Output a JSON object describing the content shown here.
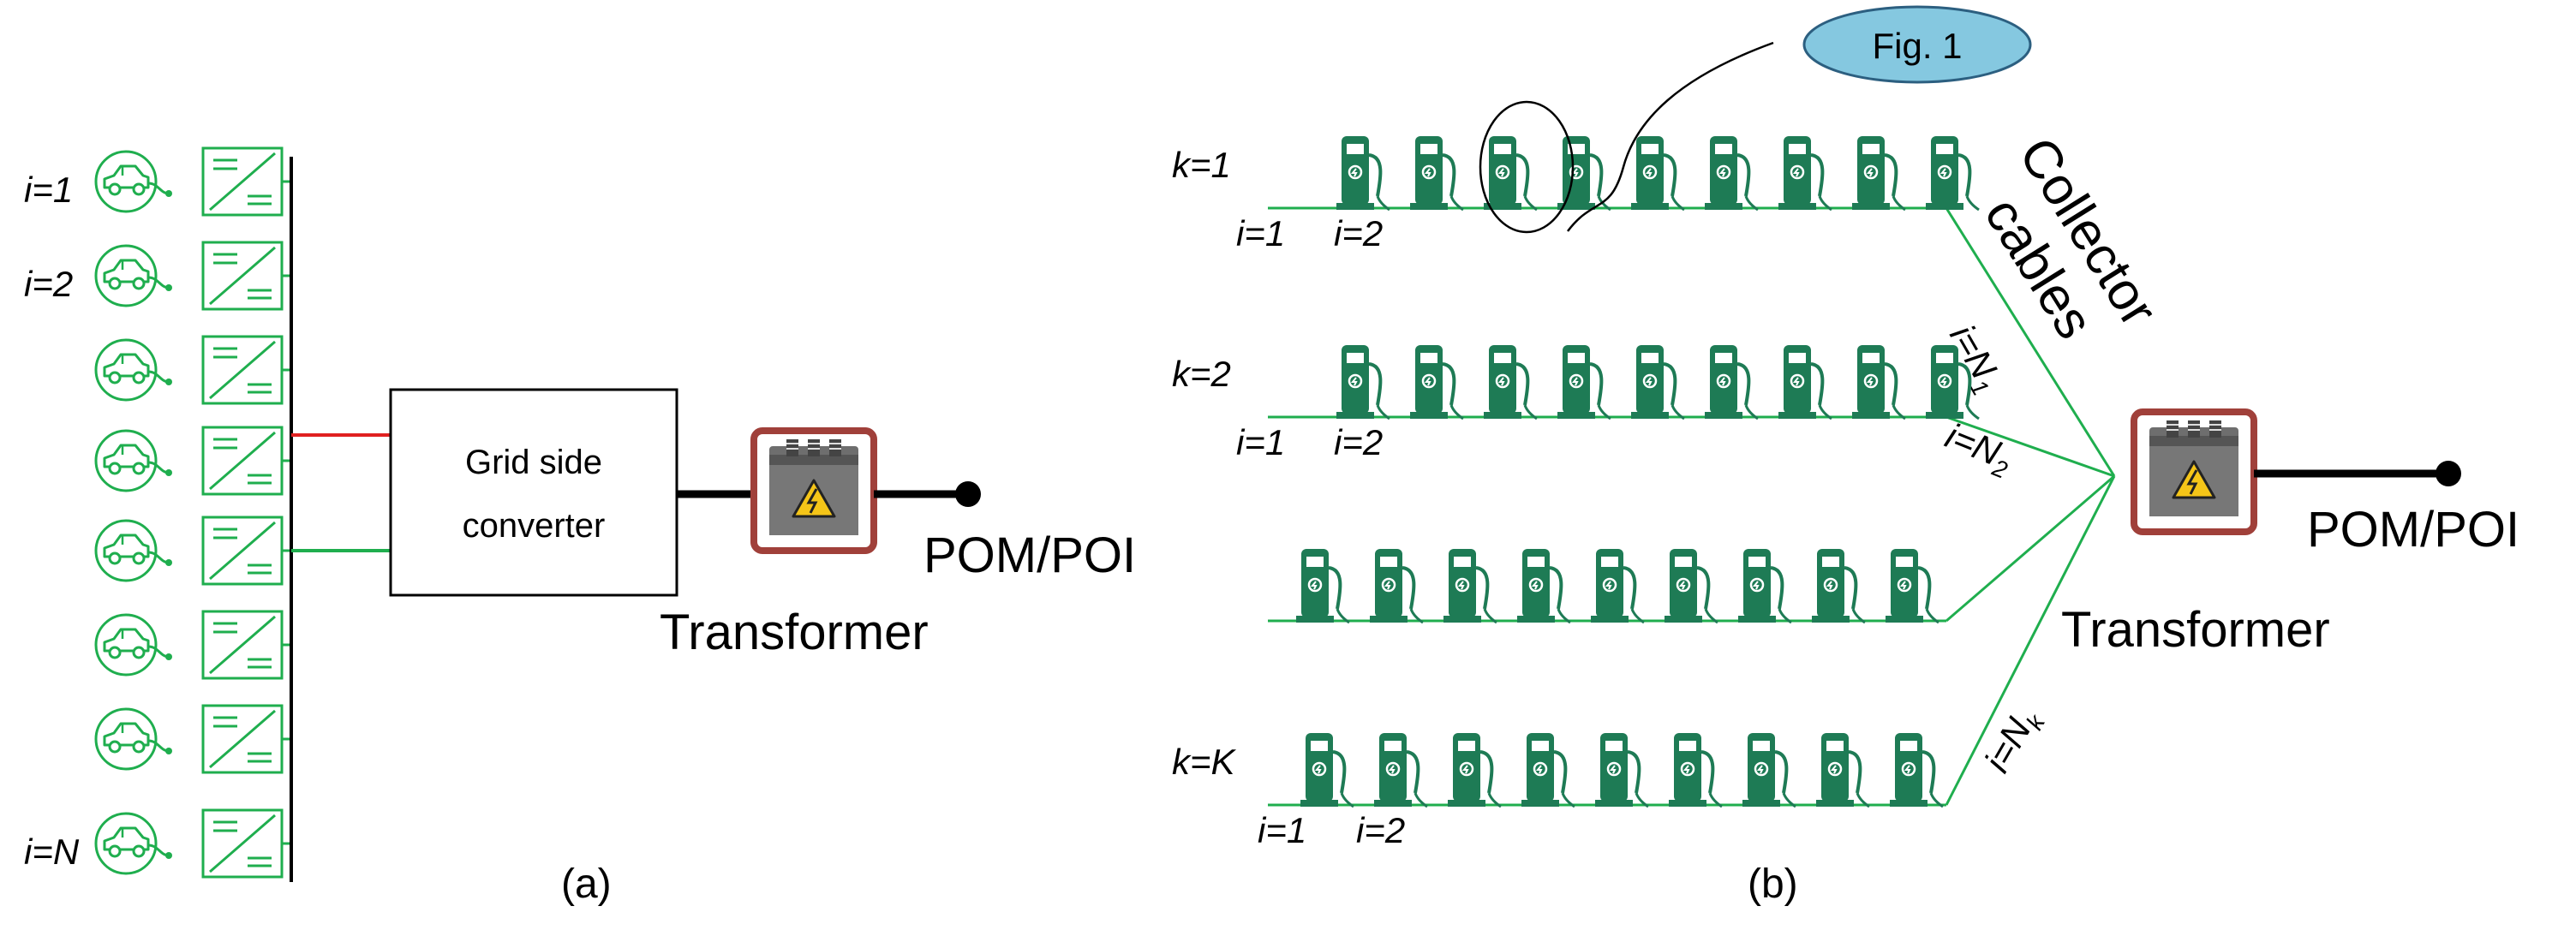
{
  "colors": {
    "green": "#1fae4e",
    "dark_green": "#1e7b55",
    "red": "#e02020",
    "transformer_border": "#a0403a",
    "transformer_body": "#777777",
    "warning": "#f5c518",
    "bubble_fill": "#85c8e0",
    "bubble_border": "#2c5f80"
  },
  "panel_a": {
    "index_labels": [
      "i=1",
      "i=2",
      "",
      "",
      "",
      "",
      "",
      "i=N"
    ],
    "converter_label_line1": "Grid side",
    "converter_label_line2": "converter",
    "transformer_label": "Transformer",
    "pom_label": "POM/POI",
    "caption": "(a)"
  },
  "panel_b": {
    "feeders": [
      {
        "k_label": "k=1",
        "i1_label": "i=1",
        "i2_label": "i=2",
        "end_label": "i=N",
        "end_sub": "1",
        "charger_count": 9
      },
      {
        "k_label": "k=2",
        "i1_label": "i=1",
        "i2_label": "i=2",
        "end_label": "i=N",
        "end_sub": "2",
        "charger_count": 9
      },
      {
        "k_label": "",
        "i1_label": "",
        "i2_label": "",
        "end_label": "",
        "end_sub": "",
        "charger_count": 9
      },
      {
        "k_label": "k=K",
        "i1_label": "i=1",
        "i2_label": "i=2",
        "end_label": "i=N",
        "end_sub": "k",
        "charger_count": 9
      }
    ],
    "collector_line1": "Collector",
    "collector_line2": "cables",
    "callout_label": "Fig. 1",
    "transformer_label": "Transformer",
    "pom_label": "POM/POI",
    "caption": "(b)"
  }
}
